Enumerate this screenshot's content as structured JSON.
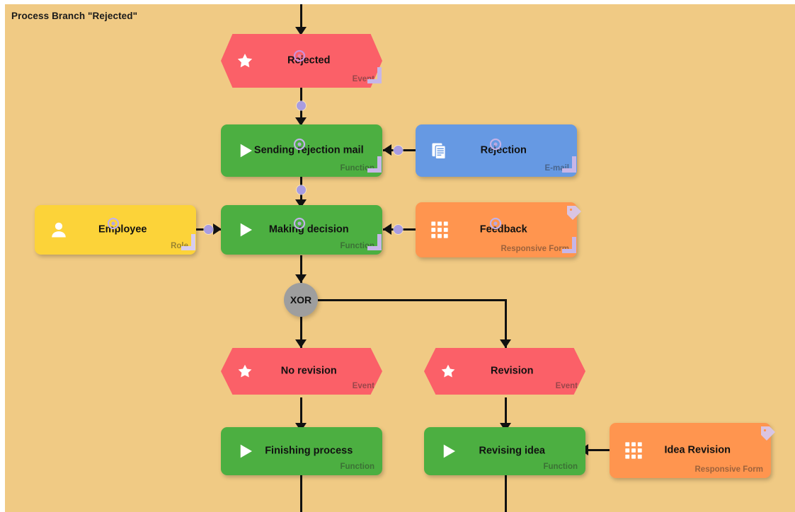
{
  "lane": {
    "title": "Process Branch \"Rejected\"",
    "background_color": "#f0ca84"
  },
  "palette": {
    "event": "#fb6068",
    "function": "#4caf41",
    "email": "#6699e3",
    "role": "#fcd339",
    "form": "#ff954f",
    "gateway": "#9e9e9e",
    "connector": "#111111",
    "anchor_dot": "#a89ce0"
  },
  "nodes": [
    {
      "id": "rejected",
      "label": "Rejected",
      "type_label": "Event",
      "shape": "hexagon",
      "color": "event",
      "icon": "star-icon"
    },
    {
      "id": "sending-rejection-mail",
      "label": "Sending rejection mail",
      "type_label": "Function",
      "shape": "box",
      "color": "function",
      "icon": "play-icon"
    },
    {
      "id": "rejection",
      "label": "Rejection",
      "type_label": "E-mail",
      "shape": "box",
      "color": "email",
      "icon": "documents-icon"
    },
    {
      "id": "making-decision",
      "label": "Making decision",
      "type_label": "Function",
      "shape": "box",
      "color": "function",
      "icon": "play-icon"
    },
    {
      "id": "employee",
      "label": "Employee",
      "type_label": "Role",
      "shape": "box",
      "color": "role",
      "icon": "person-icon"
    },
    {
      "id": "feedback",
      "label": "Feedback",
      "type_label": "Responsive Form",
      "shape": "box",
      "color": "form",
      "icon": "grid-icon"
    },
    {
      "id": "no-revision",
      "label": "No revision",
      "type_label": "Event",
      "shape": "hexagon",
      "color": "event",
      "icon": "star-icon"
    },
    {
      "id": "revision",
      "label": "Revision",
      "type_label": "Event",
      "shape": "hexagon",
      "color": "event",
      "icon": "star-icon"
    },
    {
      "id": "finishing-process",
      "label": "Finishing process",
      "type_label": "Function",
      "shape": "box",
      "color": "function",
      "icon": "play-icon"
    },
    {
      "id": "revising-idea",
      "label": "Revising idea",
      "type_label": "Function",
      "shape": "box",
      "color": "function",
      "icon": "play-icon"
    },
    {
      "id": "idea-revision",
      "label": "Idea Revision",
      "type_label": "Responsive Form",
      "shape": "box",
      "color": "form",
      "icon": "grid-icon"
    }
  ],
  "gateway": {
    "id": "xor-gateway",
    "label": "XOR"
  }
}
